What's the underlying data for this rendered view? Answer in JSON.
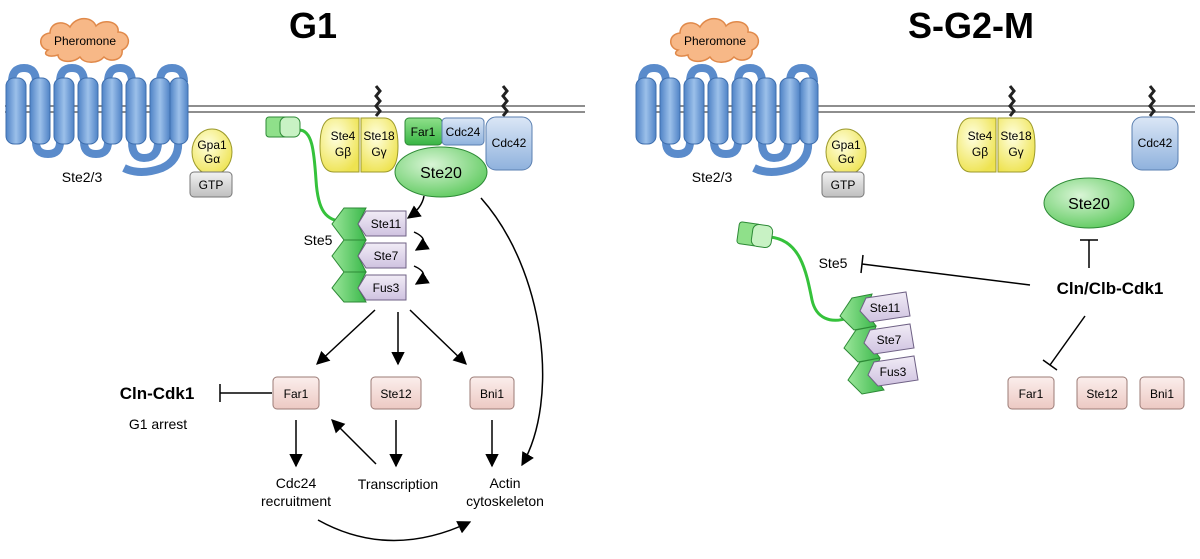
{
  "g1": {
    "title": "G1",
    "pheromone": "Pheromone",
    "receptor": "Ste2/3",
    "gpa1": "Gpa1",
    "galpha": "Gα",
    "gtp": "GTP",
    "ste4": "Ste4",
    "gbeta": "Gβ",
    "ste18": "Ste18",
    "ggamma": "Gγ",
    "far1_top": "Far1",
    "cdc24": "Cdc24",
    "cdc42": "Cdc42",
    "ste20": "Ste20",
    "ste5": "Ste5",
    "ste11": "Ste11",
    "ste7": "Ste7",
    "fus3": "Fus3",
    "cln_cdk1": "Cln-Cdk1",
    "g1_arrest": "G1 arrest",
    "far1": "Far1",
    "ste12": "Ste12",
    "bni1": "Bni1",
    "cdc24_recruitment_1": "Cdc24",
    "cdc24_recruitment_2": "recruitment",
    "transcription": "Transcription",
    "actin_1": "Actin",
    "actin_2": "cytoskeleton"
  },
  "sg2m": {
    "title": "S-G2-M",
    "pheromone": "Pheromone",
    "receptor": "Ste2/3",
    "gpa1": "Gpa1",
    "galpha": "Gα",
    "gtp": "GTP",
    "ste4": "Ste4",
    "gbeta": "Gβ",
    "ste18": "Ste18",
    "ggamma": "Gγ",
    "cdc42": "Cdc42",
    "ste20": "Ste20",
    "ste5": "Ste5",
    "ste11": "Ste11",
    "ste7": "Ste7",
    "fus3": "Fus3",
    "cln_clb_cdk1": "Cln/Clb-Cdk1",
    "far1": "Far1",
    "ste12": "Ste12",
    "bni1": "Bni1"
  },
  "colors": {
    "membrane": "#9a9a9a",
    "receptor_blue": "#6f9fd8",
    "pheromone_orange": "#f6b27a",
    "g_yellow": "#f4ee6a",
    "gtp_gray": "#d6d6d6",
    "green": "#3fbf4a",
    "kinase_purple": "#ddd4e8",
    "target_pink": "#f3dad6",
    "cdc_blue": "#a9c4e6"
  }
}
